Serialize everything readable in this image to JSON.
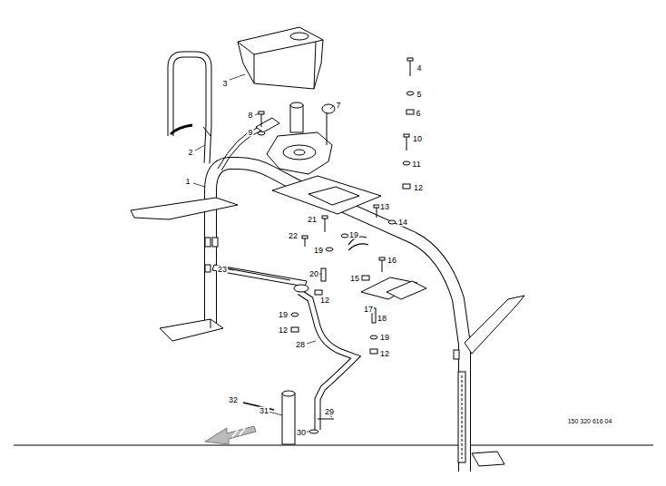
{
  "diagram": {
    "labels": [
      "1",
      "2",
      "3",
      "4",
      "5",
      "6",
      "7",
      "8",
      "9",
      "10",
      "11",
      "12",
      "13",
      "14",
      "21",
      "22",
      "19",
      "19",
      "16",
      "15",
      "20",
      "23",
      "12",
      "19",
      "12",
      "17",
      "18",
      "19",
      "12",
      "28",
      "32",
      "31",
      "29",
      "30",
      "150 320 616 04"
    ]
  }
}
